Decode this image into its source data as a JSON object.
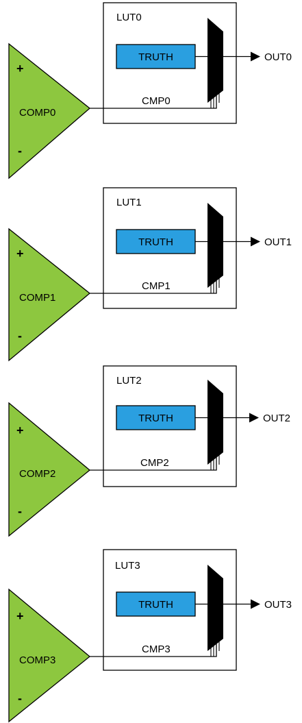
{
  "colors": {
    "comparator_fill": "#8DC73F",
    "truth_fill": "#2A9FE0",
    "line": "#000000",
    "background": "#FFFFFF"
  },
  "blocks": [
    {
      "lut_label": "LUT0",
      "truth_label": "TRUTH",
      "signal_label": "CMP0",
      "comp_label": "COMP0",
      "plus": "+",
      "minus": "-",
      "out_label": "OUT0"
    },
    {
      "lut_label": "LUT1",
      "truth_label": "TRUTH",
      "signal_label": "CMP1",
      "comp_label": "COMP1",
      "plus": "+",
      "minus": "-",
      "out_label": "OUT1"
    },
    {
      "lut_label": "LUT2",
      "truth_label": "TRUTH",
      "signal_label": "CMP2",
      "comp_label": "COMP2",
      "plus": "+",
      "minus": "-",
      "out_label": "OUT2"
    },
    {
      "lut_label": "LUT3",
      "truth_label": "TRUTH",
      "signal_label": "CMP3",
      "comp_label": "COMP3",
      "plus": "+",
      "minus": "-",
      "out_label": "OUT3"
    }
  ]
}
